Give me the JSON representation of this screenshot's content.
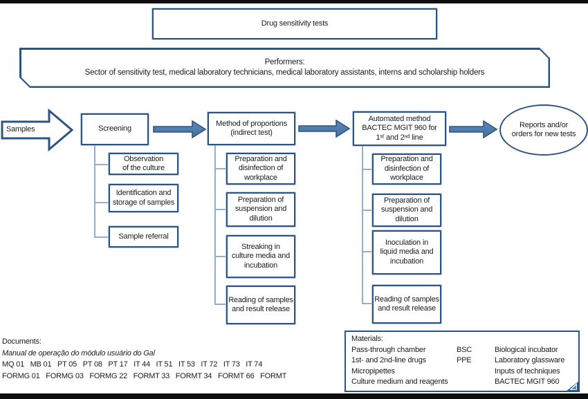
{
  "colors": {
    "line_dark": "#2b5384",
    "line_halo": "#b9cde6",
    "arrow_fill": "#45719f",
    "arrow_fill_light": "#5d88b9",
    "connector": "#8fafd4",
    "bar_black": "#0d0d0d",
    "text": "#1a1a1a"
  },
  "title_box": {
    "label": "Drug sensitivity tests"
  },
  "performers_box": {
    "label": "Performers:\nSector of sensitivity test, medical laboratory technicians, medical laboratory assistants, interns and scholarship holders"
  },
  "flow": {
    "samples_label": "Samples",
    "end_label": "Reports and/or\norders for new tests",
    "stages": [
      {
        "label": "Screening",
        "steps": [
          "Observation\nof the culture",
          "Identification and\nstorage of samples",
          "Sample referral"
        ]
      },
      {
        "label": "Method of proportions\n(indirect test)",
        "steps": [
          "Preparation and\ndisinfection of\nworkplace",
          "Preparation of\nsuspension and\ndilution",
          "Streaking in\nculture media and\nincubation",
          "Reading of samples\nand result release"
        ]
      },
      {
        "label": "Automated method\nBACTEC MGIT 960 for\n1ˢᵗ and 2ⁿᵈ line",
        "steps": [
          "Preparation and\ndisinfection of\nworkplace",
          "Preparation of\nsuspension and\ndilution",
          "Inoculation in\nliquid media and\nincubation",
          "Reading of samples\nand result release"
        ]
      }
    ]
  },
  "documents": {
    "heading": "Documents:",
    "manual": "Manual de operação do módulo usuário do Gal",
    "codes_line1": "MQ 01   MB 01   PT 05   PT 08   PT 17   IT 44   IT 51   IT 53   IT 72   IT 73   IT 74",
    "codes_line2": "FORMG 01   FORMG 03   FORMG 22   FORMT 33   FORMT 34   FORMT 66   FORMT"
  },
  "materials": {
    "heading": "Materials:",
    "rows": [
      [
        "Pass-through chamber",
        "BSC",
        "Biological incubator"
      ],
      [
        "1st- and 2nd-line drugs",
        "PPE",
        "Laboratory glassware"
      ],
      [
        "Micropipettes",
        "",
        "Inputs of techniques"
      ],
      [
        "Culture medium and reagents",
        "",
        "BACTEC MGIT 960"
      ]
    ]
  }
}
